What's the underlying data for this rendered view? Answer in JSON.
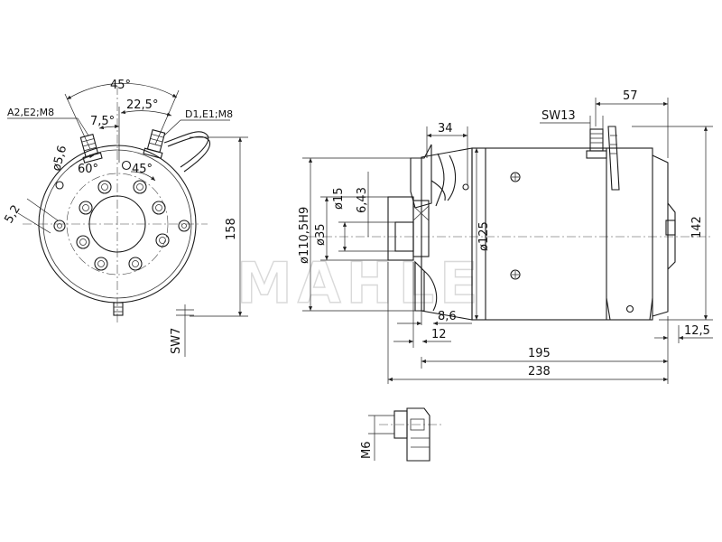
{
  "watermark": "MAHLE",
  "front_view": {
    "angle_45_top": "45°",
    "angle_22_5": "22,5°",
    "angle_7_5": "7,5°",
    "terminal_left": "A2,E2;M8",
    "terminal_right": "D1,E1;M8",
    "dia_5_6": "ø5,6",
    "angle_60": "60°",
    "angle_45_inner": "45°",
    "dim_5_2": "5,2",
    "dim_158": "158",
    "dim_sw7": "SW7"
  },
  "side_view": {
    "dim_34": "34",
    "dim_57": "57",
    "dim_sw13": "SW13",
    "dia_110_5": "ø110,5H9",
    "dia_35": "ø35",
    "dia_15": "ø15",
    "dim_6_43": "6,43",
    "dia_125": "ø125",
    "dim_142": "142",
    "dim_8_6": "8,6",
    "dim_12": "12",
    "dim_12_5": "12,5",
    "dim_195": "195",
    "dim_238": "238"
  },
  "shaft_detail": {
    "dim_m6": "M6"
  },
  "colors": {
    "line": "#1a1a1a",
    "background": "#ffffff",
    "watermark": "#d9d9d9"
  }
}
